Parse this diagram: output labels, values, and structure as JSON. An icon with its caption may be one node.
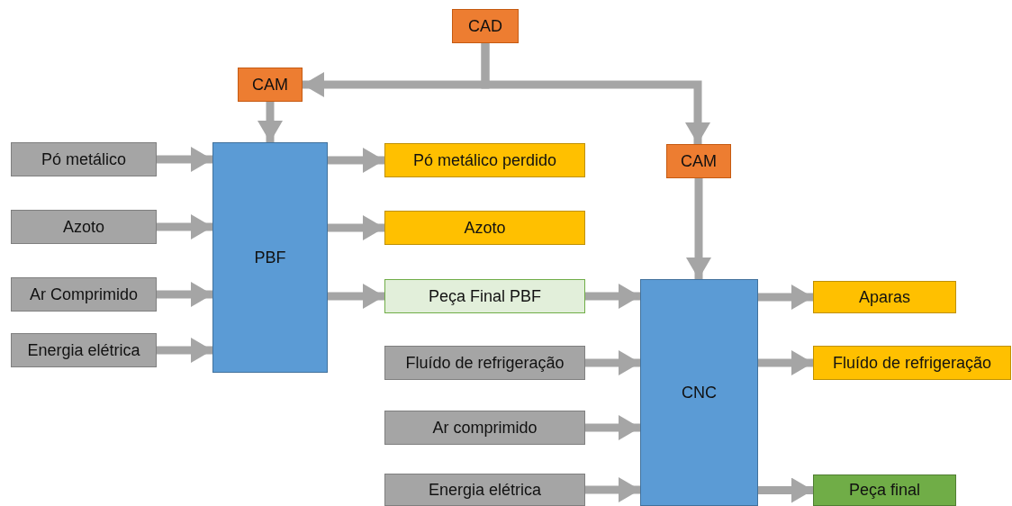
{
  "diagram": {
    "nodes": [
      {
        "text": [
          "CAD"
        ]
      },
      {
        "text": [
          "CAM"
        ]
      },
      {
        "text": [
          "CAM"
        ]
      },
      {
        "text": [
          "Pó metálico"
        ]
      },
      {
        "text": [
          "Azoto"
        ]
      },
      {
        "text": [
          "Ar Comprimido"
        ]
      },
      {
        "text": [
          "Energia elétrica"
        ]
      },
      {
        "text": [
          "PBF"
        ]
      },
      {
        "text": [
          "Pó metálico perdido"
        ]
      },
      {
        "text": [
          "Azoto"
        ]
      },
      {
        "text": [
          "Peça Final PBF"
        ]
      },
      {
        "text": [
          "Fluído de refrigeração"
        ]
      },
      {
        "text": [
          "Ar comprimido"
        ]
      },
      {
        "text": [
          "Energia elétrica"
        ]
      },
      {
        "text": [
          "CNC"
        ]
      },
      {
        "text": [
          "Aparas"
        ]
      },
      {
        "text": [
          "Fluído de refrigeração"
        ]
      },
      {
        "text": [
          "Peça final"
        ]
      }
    ],
    "edges": [
      {
        "from": 0,
        "to": 1,
        "arrow": "to"
      },
      {
        "from": 0,
        "to": 2,
        "arrow": "to"
      },
      {
        "from": 1,
        "to": 7,
        "arrow": "to"
      },
      {
        "from": 3,
        "to": 7,
        "arrow": "to"
      },
      {
        "from": 4,
        "to": 7,
        "arrow": "to"
      },
      {
        "from": 5,
        "to": 7,
        "arrow": "to"
      },
      {
        "from": 6,
        "to": 7,
        "arrow": "to"
      },
      {
        "from": 7,
        "to": 8,
        "arrow": "to"
      },
      {
        "from": 7,
        "to": 9,
        "arrow": "to"
      },
      {
        "from": 7,
        "to": 10,
        "arrow": "to"
      },
      {
        "from": 2,
        "to": 14,
        "arrow": "to"
      },
      {
        "from": 10,
        "to": 14,
        "arrow": "to"
      },
      {
        "from": 11,
        "to": 14,
        "arrow": "to"
      },
      {
        "from": 12,
        "to": 14,
        "arrow": "to"
      },
      {
        "from": 13,
        "to": 14,
        "arrow": "to"
      },
      {
        "from": 14,
        "to": 15,
        "arrow": "to"
      },
      {
        "from": 14,
        "to": 16,
        "arrow": "to"
      },
      {
        "from": 14,
        "to": 17,
        "arrow": "to"
      }
    ]
  }
}
